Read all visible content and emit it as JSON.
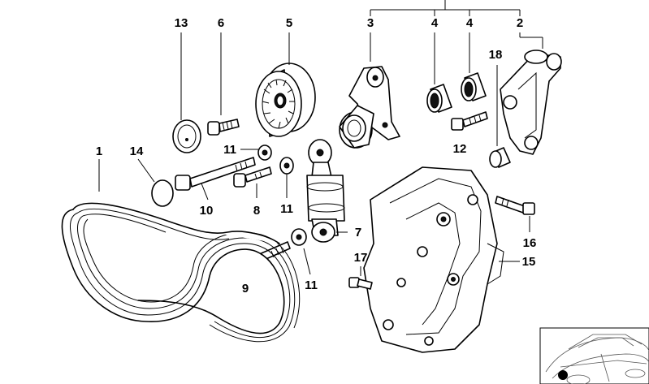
{
  "callouts": {
    "c1": "1",
    "c2": "2",
    "c3": "3",
    "c4a": "4",
    "c4b": "4",
    "c5": "5",
    "c6": "6",
    "c7": "7",
    "c8": "8",
    "c9": "9",
    "c10": "10",
    "c11a": "11",
    "c11b": "11",
    "c11c": "11",
    "c12": "12",
    "c13": "13",
    "c14": "14",
    "c15": "15",
    "c16": "16",
    "c17": "17",
    "c18": "18"
  },
  "colors": {
    "ink": "#000000",
    "background": "#ffffff"
  }
}
